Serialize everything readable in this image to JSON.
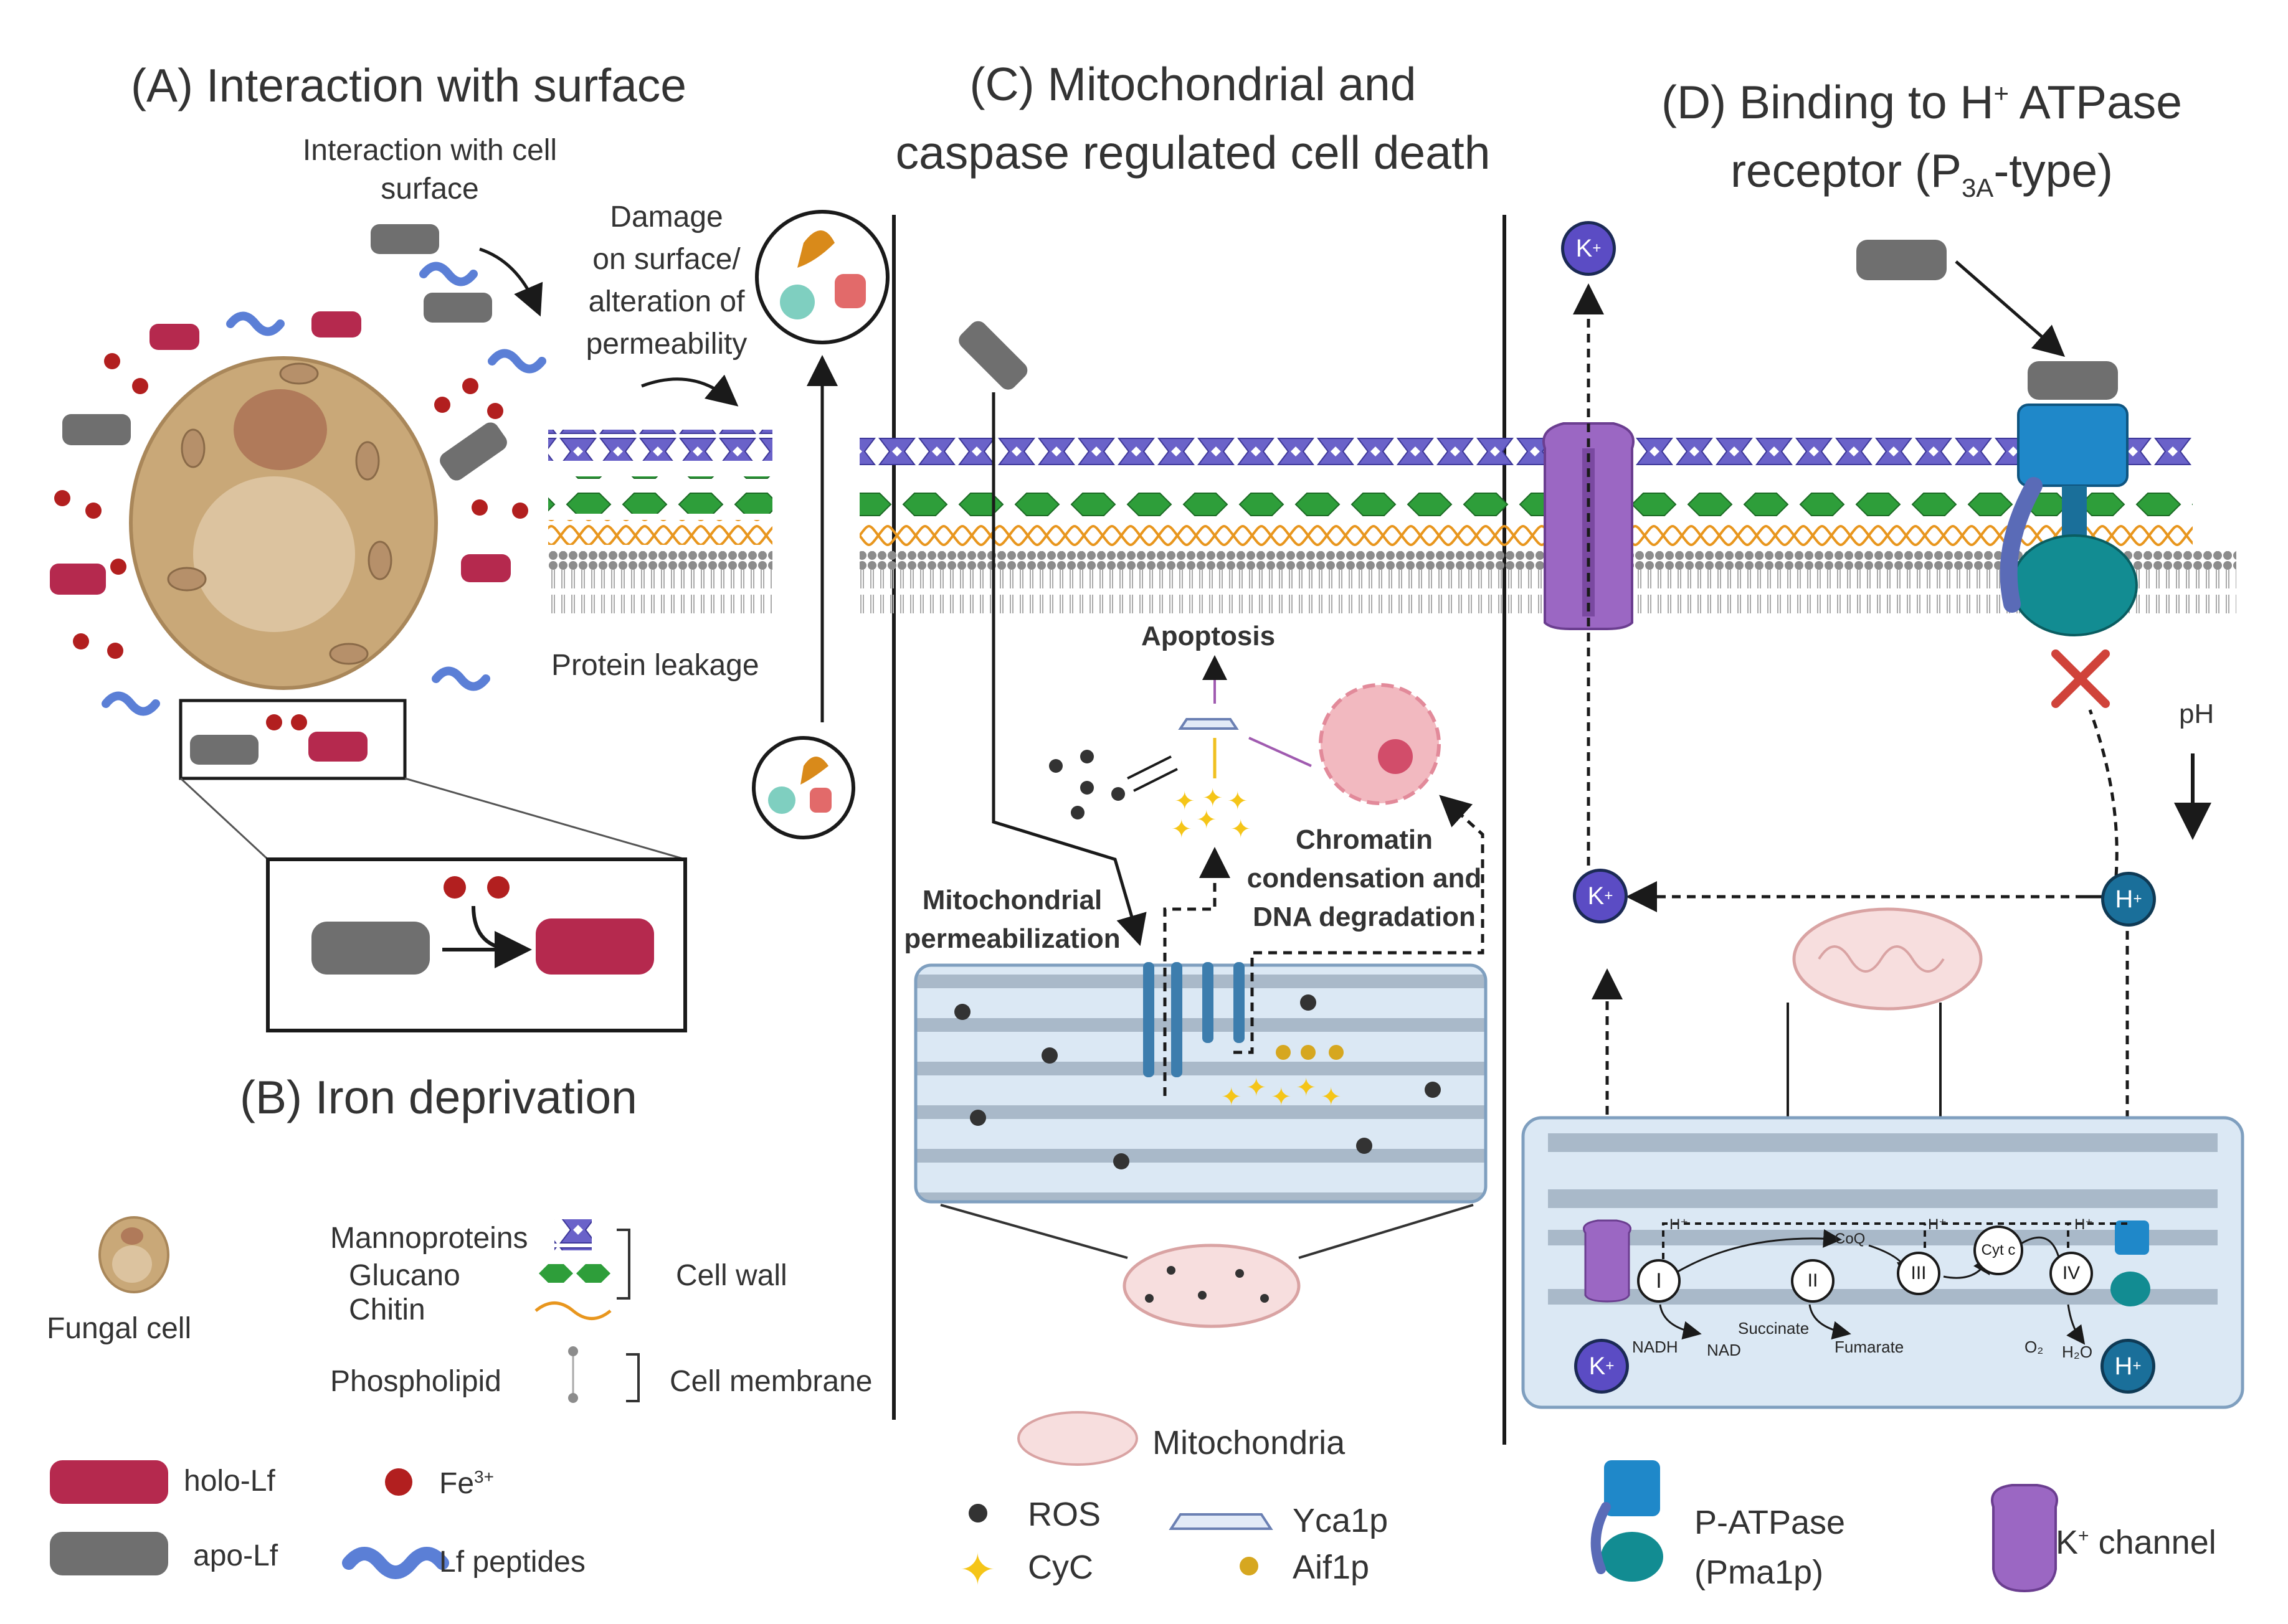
{
  "panels": {
    "A": {
      "title": "(A) Interaction with surface",
      "interaction_label_1": "Interaction with cell",
      "interaction_label_2": "surface",
      "damage_1": "Damage",
      "damage_2": "on surface/",
      "damage_3": "alteration of",
      "damage_4": "permeability",
      "leakage": "Protein leakage"
    },
    "B": {
      "title": "(B) Iron deprivation"
    },
    "C": {
      "title_1": "(C) Mitochondrial and",
      "title_2": "caspase regulated cell death",
      "apoptosis": "Apoptosis",
      "chromatin_1": "Chromatin",
      "chromatin_2": "condensation and",
      "chromatin_3": "DNA degradation",
      "mito_perm_1": "Mitochondrial",
      "mito_perm_2": "permeabilization"
    },
    "D": {
      "title_1": "(D) Binding to H",
      "title_1_sup": "+",
      "title_1_end": " ATPase",
      "title_2": "receptor (P",
      "title_2_sub": "3A",
      "title_2_end": "-type)",
      "ph": "pH",
      "k_ion": "K",
      "h_ion": "H",
      "ion_sup": "+",
      "complexes": [
        "I",
        "II",
        "III",
        "IV"
      ],
      "cytc": "Cyt c",
      "coq": "CoQ",
      "hplus_small": "H⁺",
      "nadh": "NADH",
      "nad": "NAD",
      "succinate": "Succinate",
      "fumarate": "Fumarate",
      "o2": "O₂",
      "h2o": "H₂O"
    }
  },
  "legend": {
    "fungal_cell": "Fungal cell",
    "mannoproteins": "Mannoproteins",
    "glucano": "Glucano",
    "chitin": "Chitin",
    "cell_wall": "Cell wall",
    "phospholipid": "Phospholipid",
    "cell_membrane": "Cell membrane",
    "holo_lf": "holo-Lf",
    "apo_lf": "apo-Lf",
    "fe": "Fe",
    "fe_sup": "3+",
    "lf_peptides": "Lf peptides",
    "mitochondria": "Mitochondria",
    "ros": "ROS",
    "cyc": "CyC",
    "yca1p": "Yca1p",
    "aif1p": "Aif1p",
    "p_atpase_1": "P-ATPase",
    "p_atpase_2": "(Pma1p)",
    "k_channel_k": "K",
    "k_channel_sup": "+",
    "k_channel_rest": " channel"
  },
  "colors": {
    "mannoprotein": "#6a62c9",
    "glucan": "#2e9e3a",
    "chitin": "#e8961e",
    "holo_lf": "#b5294e",
    "apo_lf": "#6f6f6f",
    "fe": "#b21f1f",
    "peptide": "#5b7fd6",
    "k_channel": "#9b67c3",
    "atpase_top": "#1f88c9",
    "atpase_bottom": "#128c92",
    "mito": "#d9e7f3"
  }
}
